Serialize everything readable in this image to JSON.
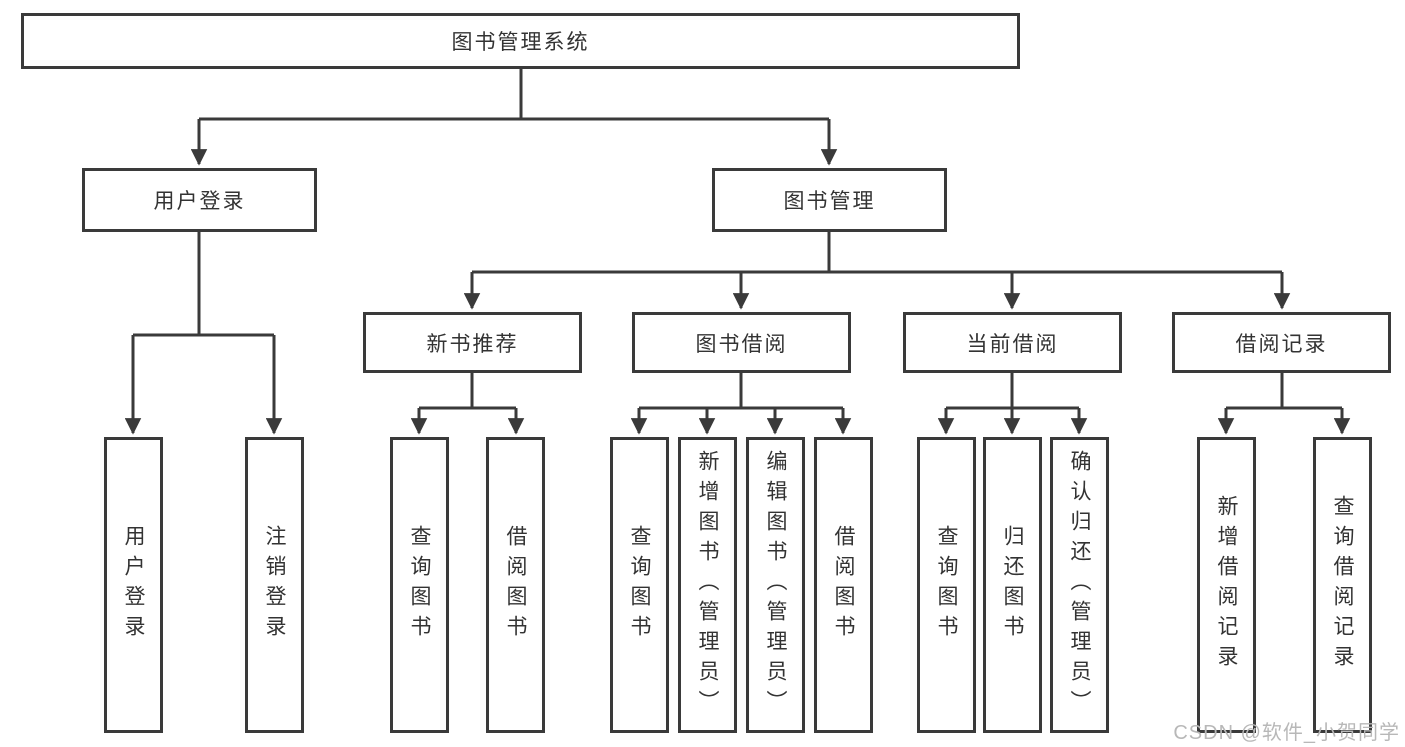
{
  "nodes": {
    "root": {
      "label": "图书管理系统"
    },
    "level2": [
      {
        "label": "用户登录"
      },
      {
        "label": "图书管理"
      }
    ],
    "level3": [
      {
        "label": "新书推荐"
      },
      {
        "label": "图书借阅"
      },
      {
        "label": "当前借阅"
      },
      {
        "label": "借阅记录"
      }
    ],
    "leaves": {
      "user": [
        {
          "label": "用户登录"
        },
        {
          "label": "注销登录"
        }
      ],
      "recommend": [
        {
          "label": "查询图书"
        },
        {
          "label": "借阅图书"
        }
      ],
      "borrow": [
        {
          "label": "查询图书"
        },
        {
          "label": "新增图书（管理员）"
        },
        {
          "label": "编辑图书（管理员）"
        },
        {
          "label": "借阅图书"
        }
      ],
      "current": [
        {
          "label": "查询图书"
        },
        {
          "label": "归还图书"
        },
        {
          "label": "确认归还（管理员）"
        }
      ],
      "record": [
        {
          "label": "新增借阅记录"
        },
        {
          "label": "查询借阅记录"
        }
      ]
    }
  },
  "watermark": {
    "text": "CSDN @软件_小贺同学"
  },
  "colors": {
    "line": "#3a3a3a",
    "text": "#333333",
    "watermark": "#b8b8b8",
    "background": "#ffffff"
  }
}
